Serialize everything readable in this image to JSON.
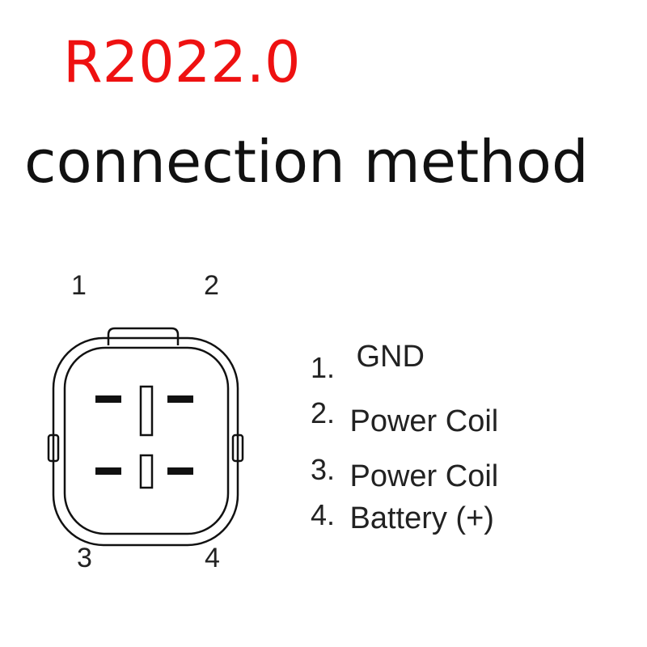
{
  "title": {
    "model": "R2022.0",
    "model_color": "#ee1111",
    "subtitle": "connection method",
    "subtitle_color": "#111111"
  },
  "pin_numbers": [
    "1",
    "2",
    "3",
    "4"
  ],
  "legend": [
    {
      "number": "1.",
      "label": "GND"
    },
    {
      "number": "2.",
      "label": "Power Coil"
    },
    {
      "number": "3.",
      "label": "Power Coil"
    },
    {
      "number": "4.",
      "label": "Battery (+)"
    }
  ],
  "colors": {
    "line": "#111111",
    "background": "#ffffff"
  }
}
